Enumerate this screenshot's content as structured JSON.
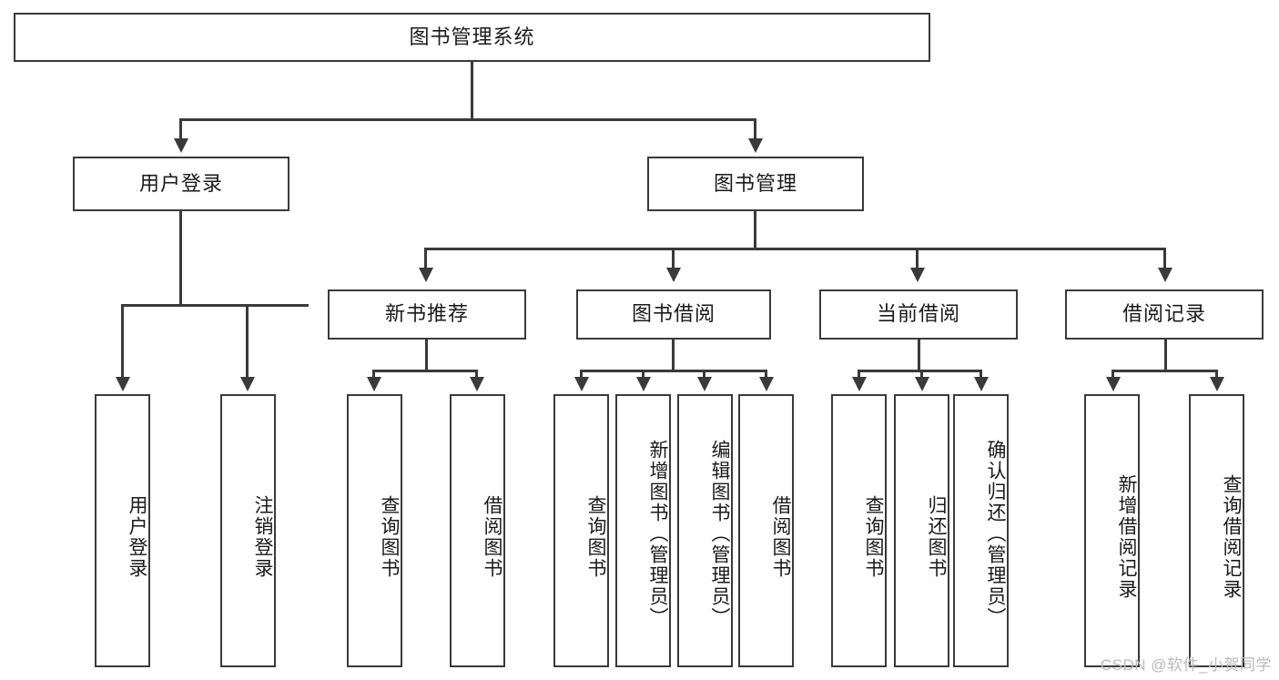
{
  "diagram": {
    "type": "tree-hierarchy",
    "root": {
      "label": "图书管理系统"
    },
    "level1": [
      {
        "label": "用户登录"
      },
      {
        "label": "图书管理"
      }
    ],
    "level2": [
      {
        "label": "新书推荐"
      },
      {
        "label": "图书借阅"
      },
      {
        "label": "当前借阅"
      },
      {
        "label": "借阅记录"
      }
    ],
    "leaves": {
      "user_login": [
        {
          "label": "用户登录"
        },
        {
          "label": "注销登录"
        }
      ],
      "new_book_recommend": [
        {
          "label": "查询图书"
        },
        {
          "label": "借阅图书"
        }
      ],
      "book_borrow": [
        {
          "label": "查询图书"
        },
        {
          "label": "新增图书（管理员）"
        },
        {
          "label": "编辑图书（管理员）"
        },
        {
          "label": "借阅图书"
        }
      ],
      "current_borrow": [
        {
          "label": "查询图书"
        },
        {
          "label": "归还图书"
        },
        {
          "label": "确认归还（管理员）"
        }
      ],
      "borrow_record": [
        {
          "label": "新增借阅记录"
        },
        {
          "label": "查询借阅记录"
        }
      ]
    }
  },
  "watermark": {
    "text": "CSDN @软件_小贺同学"
  },
  "colors": {
    "stroke": "#3a3a3a",
    "text": "#1a1a1a",
    "background": "#ffffff",
    "watermark": "#b9b9b9"
  }
}
